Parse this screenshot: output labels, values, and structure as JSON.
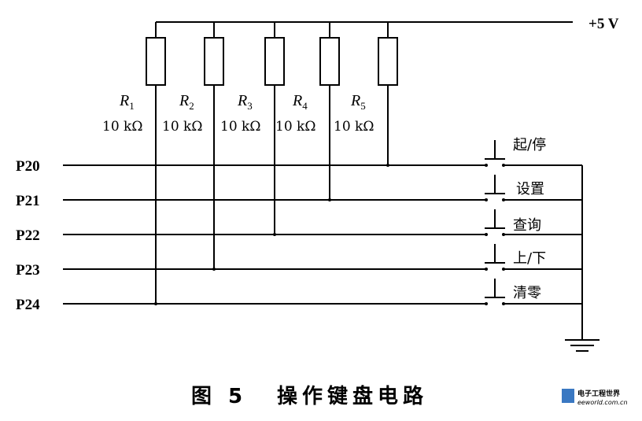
{
  "supply": {
    "label": "+5 V"
  },
  "resistors": [
    {
      "name": "R",
      "sub": "1",
      "value": "10 kΩ"
    },
    {
      "name": "R",
      "sub": "2",
      "value": "10 kΩ"
    },
    {
      "name": "R",
      "sub": "3",
      "value": "10 kΩ"
    },
    {
      "name": "R",
      "sub": "4",
      "value": "10 kΩ"
    },
    {
      "name": "R",
      "sub": "5",
      "value": "10 kΩ"
    }
  ],
  "ports": [
    "P20",
    "P21",
    "P22",
    "P23",
    "P24"
  ],
  "keys": [
    "起/停",
    "设置",
    "查询",
    "上/下",
    "清零"
  ],
  "caption": {
    "figure": "图 5",
    "title": "操作键盘电路"
  },
  "watermark": {
    "text": "电子工程世界",
    "url": "eeworld.com.cn"
  }
}
